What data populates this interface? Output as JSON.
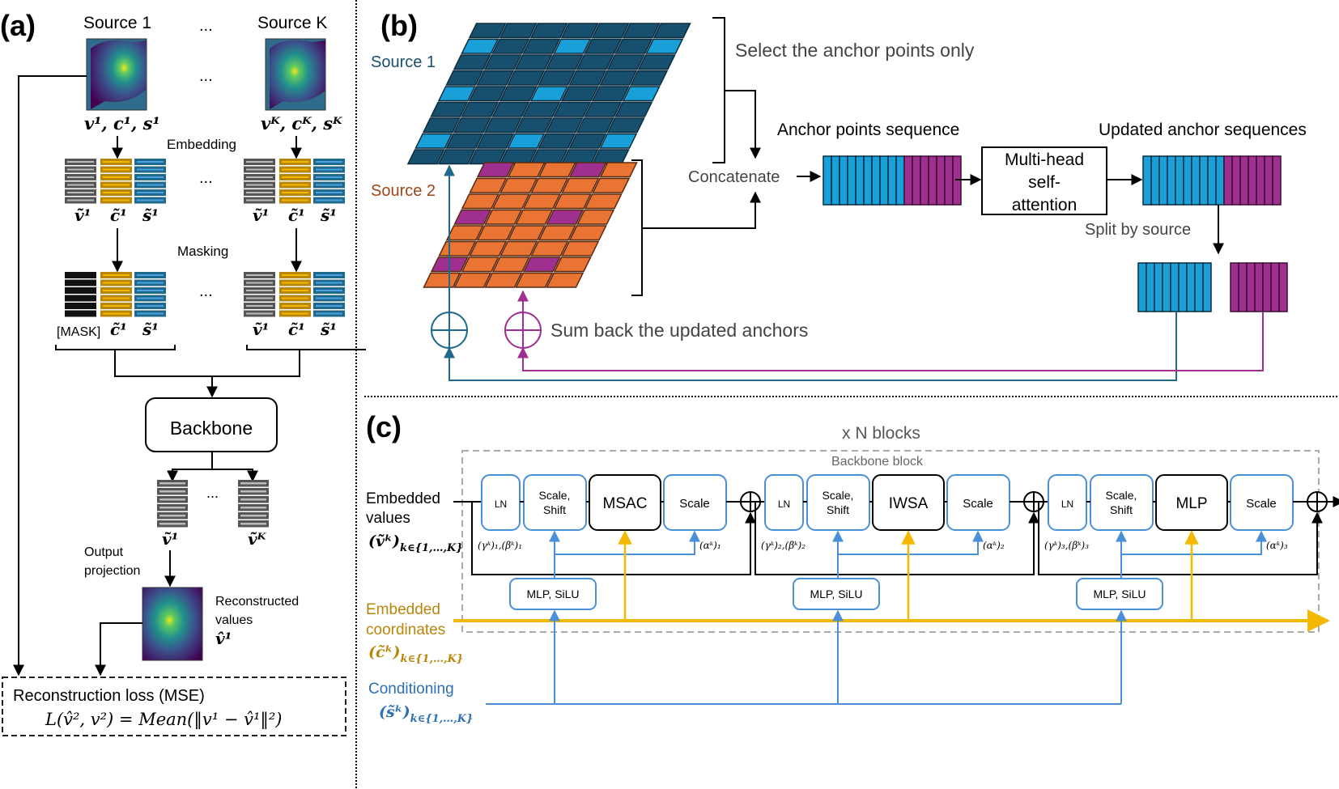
{
  "panels": {
    "a": {
      "label": "(a)",
      "source_first": "Source 1",
      "source_last": "Source K",
      "ellipsis": "...",
      "input_vars_first": "v¹, c¹, s¹",
      "input_vars_last": "vᴷ, cᴷ, sᴷ",
      "embedding_label": "Embedding",
      "masking_label": "Masking",
      "emb_v": "ṽ¹",
      "emb_c": "c̃¹",
      "emb_s": "s̃¹",
      "mask_token": "[MASK]",
      "backbone_label": "Backbone",
      "out_first": "ṽ¹",
      "out_last": "ṽᴷ",
      "output_projection": [
        "Output",
        "projection"
      ],
      "reconstructed": [
        "Reconstructed",
        "values",
        "v̂¹"
      ],
      "loss_title": "Reconstruction loss (MSE)",
      "loss_formula": "L(v̂², v²) = Mean(‖v¹ − v̂¹‖²)"
    },
    "b": {
      "label": "(b)",
      "source1": "Source 1",
      "source2": "Source 2",
      "select_anchor": "Select the anchor points only",
      "concatenate": "Concatenate",
      "anchor_seq": "Anchor points sequence",
      "attention": [
        "Multi-head",
        "self-",
        "attention"
      ],
      "updated_seq": "Updated anchor sequences",
      "split": "Split by source",
      "sum_back": "Sum back the updated anchors"
    },
    "c": {
      "label": "(c)",
      "repeat": "x N blocks",
      "block_title": "Backbone block",
      "embedded_values": [
        "Embedded",
        "values"
      ],
      "embedded_values_math": "(ṽᵏ)",
      "embedded_coords": [
        "Embedded",
        "coordinates"
      ],
      "embedded_coords_math": "(c̃ᵏ)",
      "conditioning": "Conditioning",
      "conditioning_math": "(s̃ᵏ)",
      "index_set": "k∈{1,…,K}",
      "sub_blocks": [
        {
          "ln": "LN",
          "ss": [
            "Scale,",
            "Shift"
          ],
          "core": "MSAC",
          "scale": "Scale",
          "gb": "(γᵏ)₁,(βᵏ)₁",
          "alpha": "(αᵏ)₁",
          "mlp": "MLP, SiLU"
        },
        {
          "ln": "LN",
          "ss": [
            "Scale,",
            "Shift"
          ],
          "core": "IWSA",
          "scale": "Scale",
          "gb": "(γᵏ)₂,(βᵏ)₂",
          "alpha": "(αᵏ)₂",
          "mlp": "MLP, SiLU"
        },
        {
          "ln": "LN",
          "ss": [
            "Scale,",
            "Shift"
          ],
          "core": "MLP",
          "scale": "Scale",
          "gb": "(γᵏ)₃,(βᵏ)₃",
          "alpha": "(αᵏ)₃",
          "mlp": "MLP, SiLU"
        }
      ]
    }
  },
  "colors": {
    "source1_dark": "#17506e",
    "source1_anchor": "#1aa0d8",
    "source2_orange": "#ea7433",
    "source2_anchor": "#a0308f",
    "coord_yellow": "#f5b800",
    "cond_blue": "#4a90d9",
    "val_gray": "#555555",
    "coord_text": "#b8860b",
    "cond_text": "#2e6fb4",
    "source2_text": "#a0451a",
    "source1_text": "#17506e"
  }
}
